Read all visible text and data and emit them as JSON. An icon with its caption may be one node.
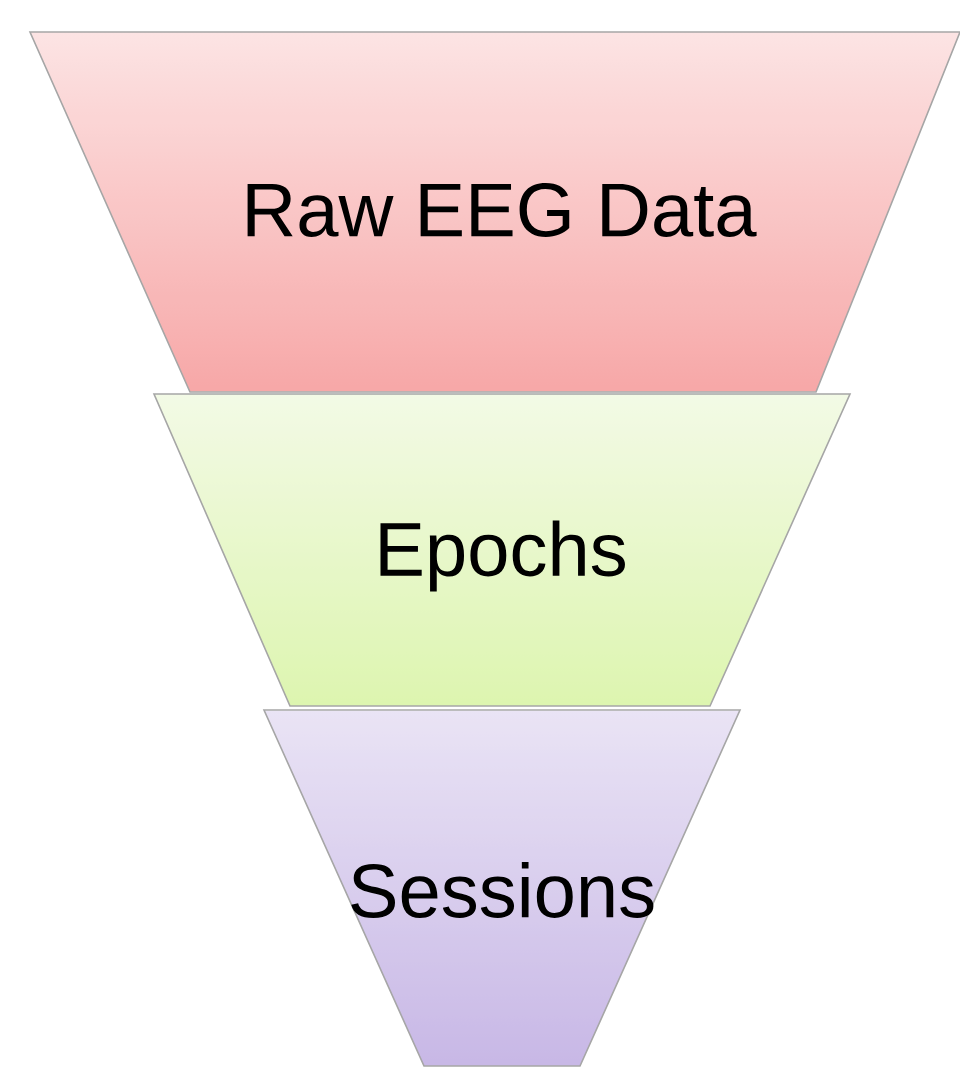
{
  "diagram": {
    "nodes": [
      {
        "text": [
          "Raw EEG Data"
        ]
      },
      {
        "text": [
          "Epochs"
        ]
      },
      {
        "text": [
          "Sessions"
        ]
      }
    ]
  }
}
